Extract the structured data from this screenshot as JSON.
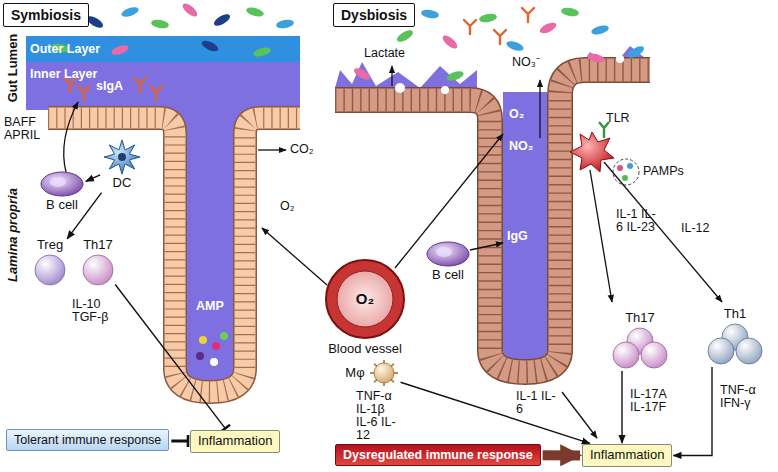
{
  "diagram": {
    "nodes": [
      {
        "text": [
          "Symbiosis"
        ]
      },
      {
        "text": [
          "Dysbiosis"
        ]
      },
      {
        "text": [
          "B cell"
        ]
      },
      {
        "text": [
          "DC"
        ]
      },
      {
        "text": [
          "Treg"
        ]
      },
      {
        "text": [
          "Th17"
        ]
      },
      {
        "text": [
          "Tolerant immune response"
        ]
      },
      {
        "text": [
          "Inflammation"
        ]
      },
      {
        "text": [
          "O₂",
          "Blood vessel"
        ]
      },
      {
        "text": [
          "B cell"
        ]
      },
      {
        "text": [
          "Mφ"
        ]
      },
      {
        "text": [
          "Th17"
        ]
      },
      {
        "text": [
          "Th1"
        ]
      },
      {
        "text": [
          "Dysregulated immune response"
        ]
      },
      {
        "text": [
          "Inflammation"
        ]
      }
    ],
    "edges": [
      {
        "from": 3,
        "to": 2,
        "arrow": "to"
      },
      {
        "from": 3,
        "to": 4,
        "arrow": "to"
      },
      {
        "from": 5,
        "to": 7,
        "label": "IL-10 TGF-β",
        "arrow": "to"
      },
      {
        "from": 6,
        "to": 7,
        "arrow": "to"
      },
      {
        "from": 10,
        "to": 14,
        "label": "TNF-α IL-1β IL-6 IL-12",
        "arrow": "to"
      },
      {
        "from": 11,
        "to": 14,
        "label": "IL-17A IL-17F",
        "arrow": "to"
      },
      {
        "from": 12,
        "to": 14,
        "label": "TNF-α IFN-γ",
        "arrow": "to"
      },
      {
        "from": 13,
        "to": 14,
        "arrow": "to"
      }
    ],
    "labels": [
      "Gut Lumen",
      "Lamina propria",
      "Outer Layer",
      "Inner Layer",
      "sIgA",
      "BAFF APRIL",
      "CO₂",
      "O₂",
      "AMP",
      "Lactate",
      "O₂",
      "NO₂",
      "NO₃⁻",
      "TLR",
      "PAMPs",
      "IgG",
      "IL-1 IL-6 IL-23",
      "IL-12",
      "IL-1 IL-6"
    ]
  }
}
